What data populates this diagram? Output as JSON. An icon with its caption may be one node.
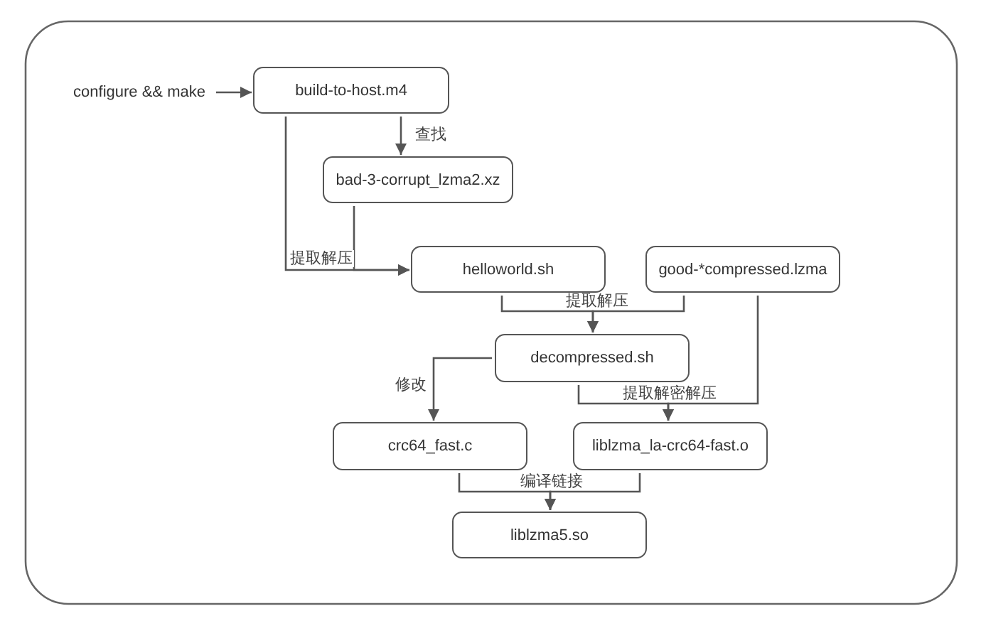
{
  "diagram": {
    "nodes": [
      {
        "text": [
          "configure && make"
        ]
      },
      {
        "text": [
          "build-to-host.m4"
        ]
      },
      {
        "text": [
          "bad-3-corrupt_lzma2.xz"
        ]
      },
      {
        "text": [
          "helloworld.sh"
        ]
      },
      {
        "text": [
          "good-*compressed.lzma"
        ]
      },
      {
        "text": [
          "decompressed.sh"
        ]
      },
      {
        "text": [
          "crc64_fast.c"
        ]
      },
      {
        "text": [
          "liblzma_la-crc64-fast.o"
        ]
      },
      {
        "text": [
          "liblzma5.so"
        ]
      }
    ],
    "edges": [
      {
        "from": 0,
        "to": 1,
        "arrow": "to"
      },
      {
        "from": 1,
        "to": 2,
        "arrow": "to",
        "label": "查找"
      },
      {
        "from": 1,
        "to": 3,
        "arrow": "to",
        "label": "提取解压"
      },
      {
        "from": 2,
        "to": 3,
        "arrow": "to"
      },
      {
        "from": 3,
        "to": 5,
        "arrow": "to",
        "label": "提取解压"
      },
      {
        "from": 4,
        "to": 5,
        "arrow": "to"
      },
      {
        "from": 5,
        "to": 6,
        "arrow": "to",
        "label": "修改"
      },
      {
        "from": 5,
        "to": 7,
        "arrow": "to",
        "label": "提取解密解压"
      },
      {
        "from": 4,
        "to": 7,
        "arrow": "to"
      },
      {
        "from": 6,
        "to": 8,
        "arrow": "to",
        "label": "编译链接"
      },
      {
        "from": 7,
        "to": 8,
        "arrow": "to"
      }
    ]
  }
}
